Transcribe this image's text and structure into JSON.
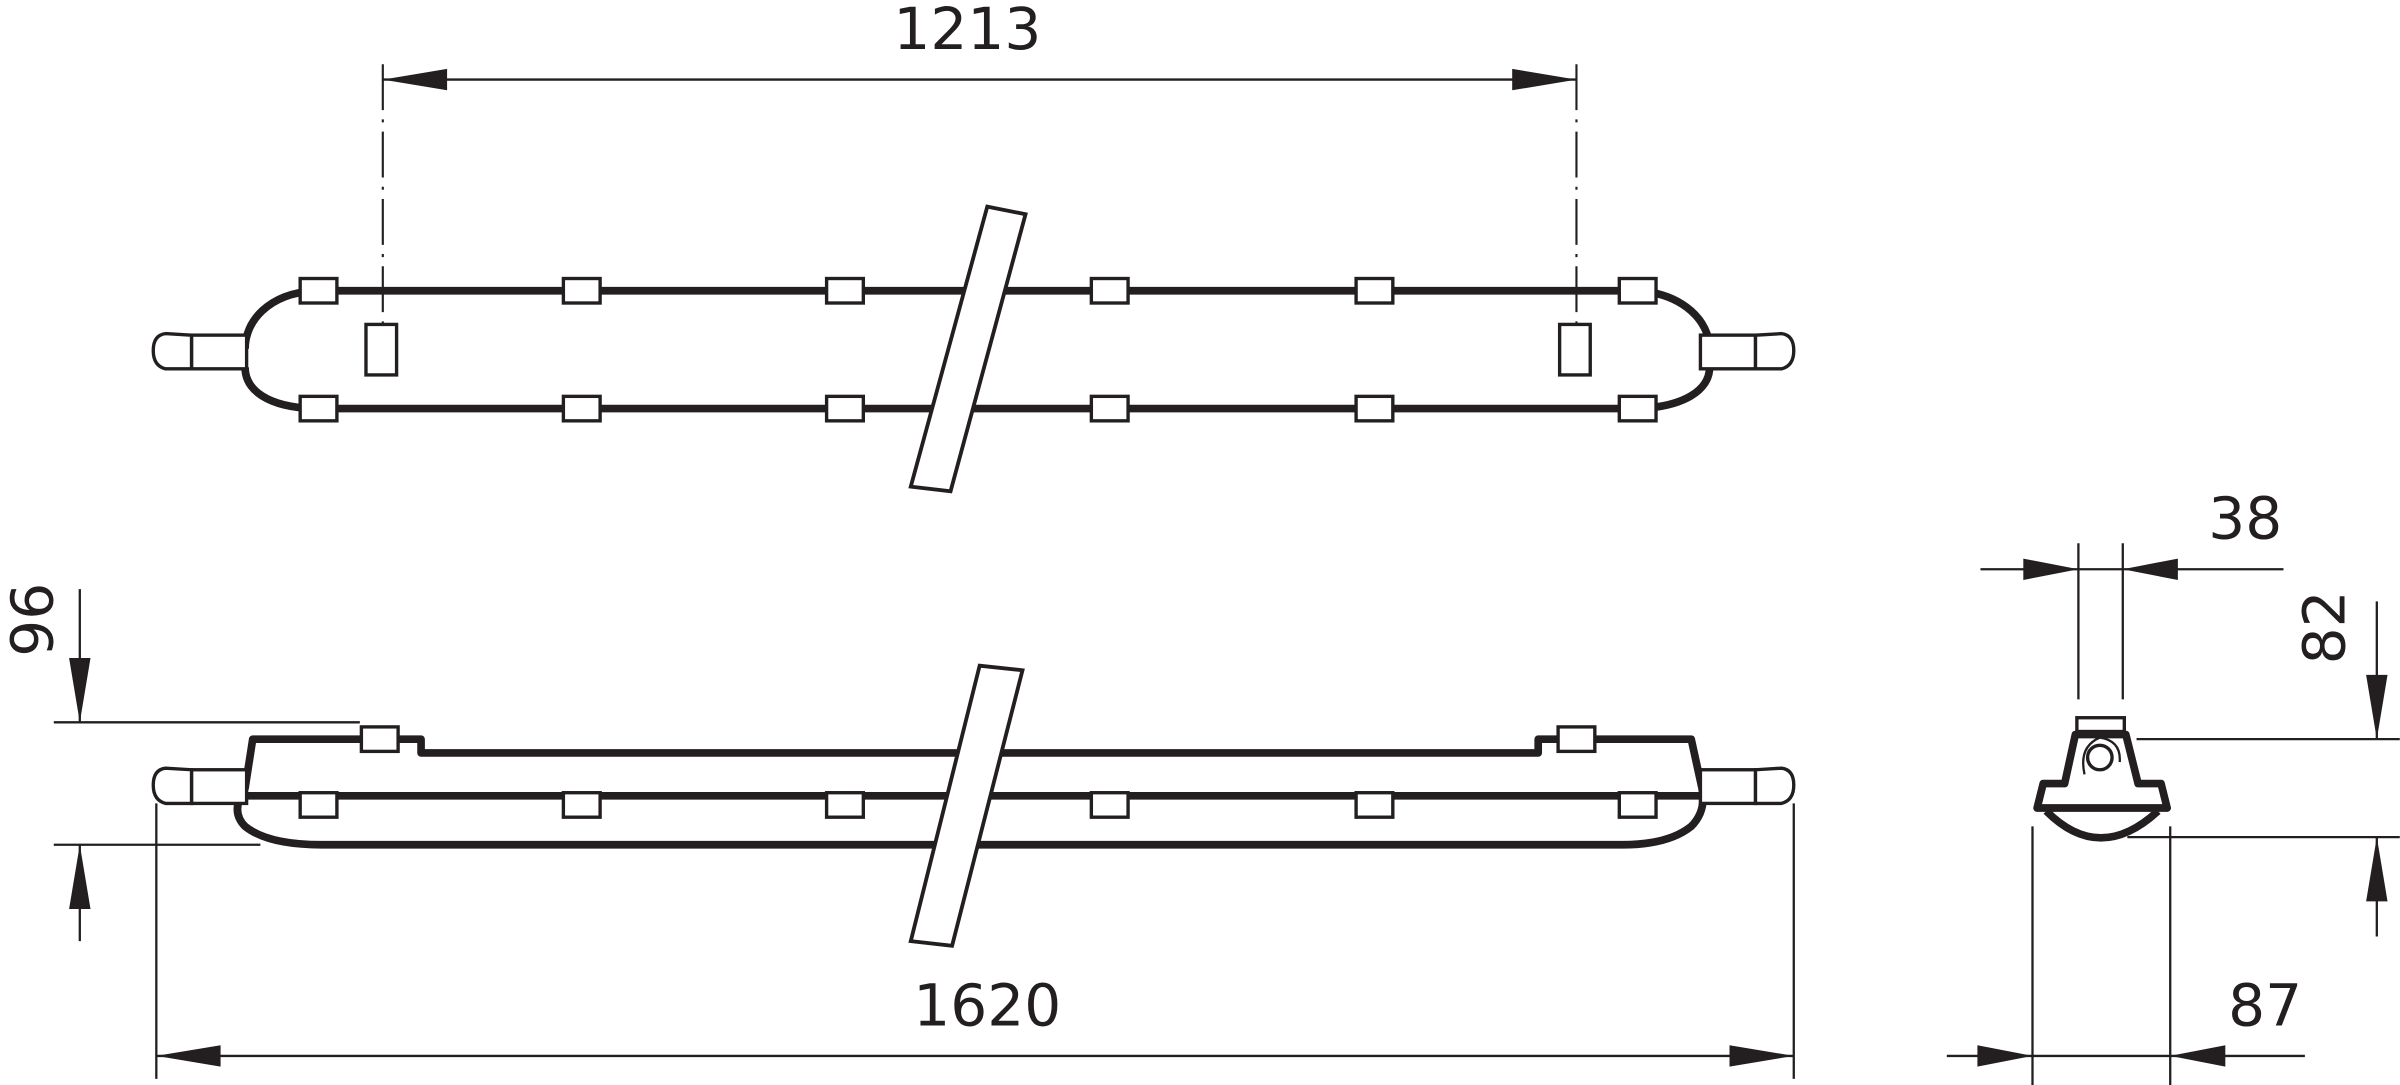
{
  "drawing": {
    "top_view": {
      "dimension_mounting": "1213"
    },
    "side_view": {
      "dimension_height": "96",
      "dimension_length": "1620"
    },
    "end_view": {
      "dimension_top_width": "38",
      "dimension_height": "82",
      "dimension_width": "87"
    }
  },
  "colors": {
    "line": "#231f20",
    "background": "#ffffff"
  }
}
